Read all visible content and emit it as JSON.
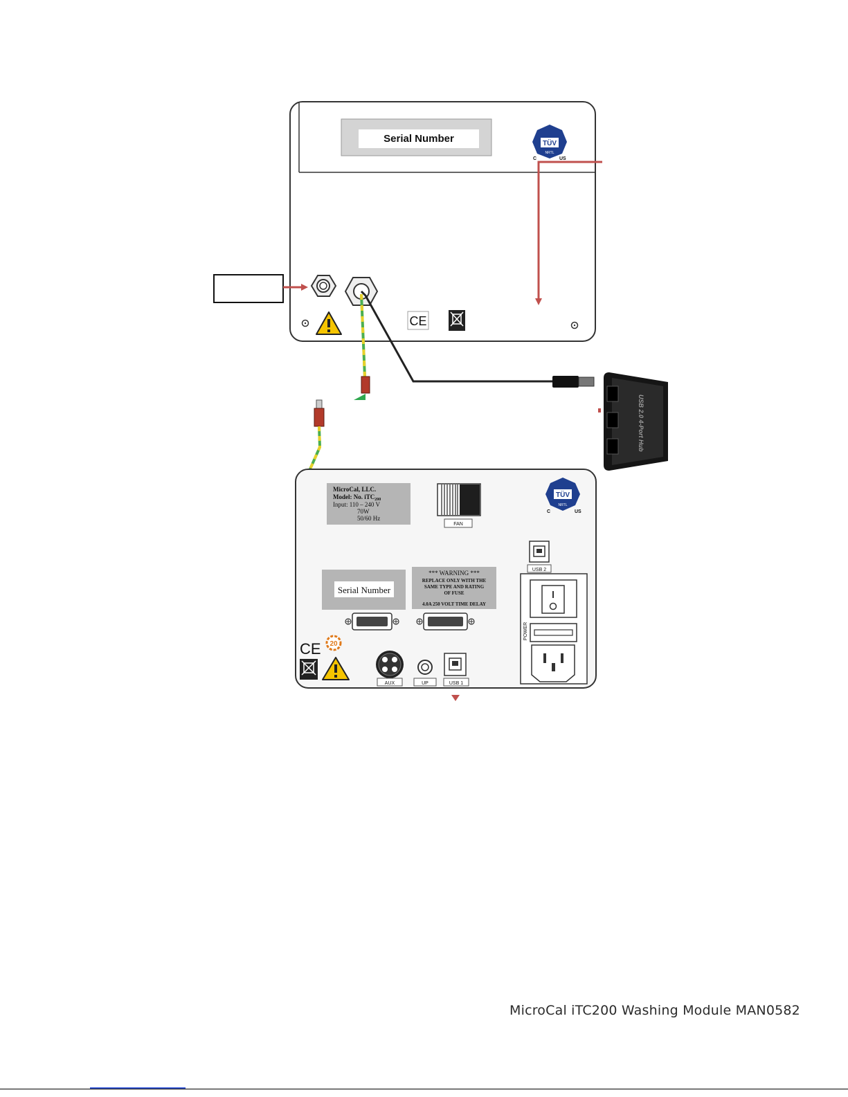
{
  "washing_module": {
    "serial_label": "Serial Number",
    "tuv_text": "TÜV",
    "tuv_c": "C",
    "tuv_us": "US",
    "tuv_nrtl": "NRTL",
    "ce_mark": "CE"
  },
  "usb_hub": {
    "label": "USB 2.0 4-Port Hub"
  },
  "itc200_panel": {
    "maker_line1": "MicroCal, LLC.",
    "model_prefix": "Model: No. iTC",
    "model_sub": "200",
    "input_line": "Input:   110 – 240 V",
    "watt_line": "70W",
    "hz_line": "50/60 Hz",
    "fan_label": "FAN",
    "serial_label": "Serial Number",
    "warning_line1": "*** WARNING ***",
    "warning_line2": "REPLACE ONLY WITH THE",
    "warning_line3": "SAME TYPE AND RATING",
    "warning_line4": "OF FUSE",
    "warning_line5": "4.0A 250 VOLT TIME DELAY",
    "usb2_label": "USB 2",
    "usb1_label": "USB 1",
    "aux_label": "AUX",
    "up_label": "UP",
    "power_label": "POWER",
    "ce_mark": "CE",
    "rohs_label": "20",
    "tuv_text": "TÜV",
    "tuv_c": "C",
    "tuv_us": "US",
    "tuv_nrtl": "NRTL"
  },
  "footer": {
    "doc_title": "MicroCal iTC200 Washing Module  MAN0582"
  },
  "colors": {
    "arrow_red": "#c0504d",
    "panel_border": "#333333",
    "label_gray": "#c8c8c8",
    "tuv_blue": "#1f3f8f",
    "warning_yellow": "#f5c400",
    "ground_green": "#4caf50",
    "ground_yellow": "#e8d12a"
  }
}
